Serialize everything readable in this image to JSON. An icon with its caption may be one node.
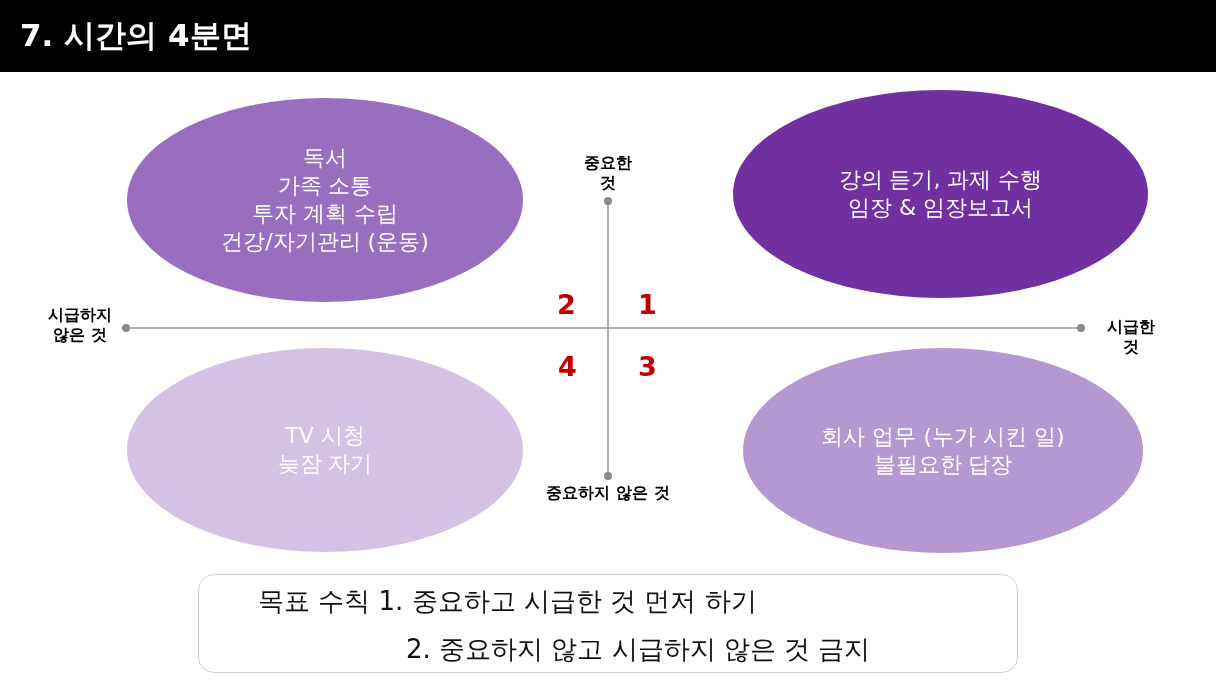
{
  "diagram": {
    "title": "7. 시간의 4분면",
    "nodes": [
      {
        "text": [
          "독서",
          "가족 소통",
          "투자 계획 수립",
          "건강/자기관리 (운동)"
        ]
      },
      {
        "text": [
          "강의 듣기, 과제 수행",
          "임장 & 임장보고서"
        ]
      },
      {
        "text": [
          "TV 시청",
          "늦잠 자기"
        ]
      },
      {
        "text": [
          "회사 업무 (누가 시킨 일)",
          "불필요한 답장"
        ]
      },
      {
        "text": [
          "목표 수칙 1. 중요하고 시급한 것 먼저 하기",
          "2. 중요하지 않고 시급하지 않은 것 금지"
        ]
      }
    ],
    "labels": [
      "중요한 것",
      "2",
      "1",
      "시급하지 않은 것",
      "시급한 것",
      "4",
      "3",
      "중요하지 않은 것"
    ]
  }
}
